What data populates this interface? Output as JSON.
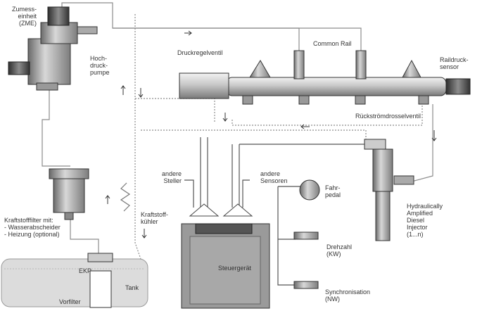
{
  "labels": {
    "zumesseinheit": "Zumess-\neinheit\n(ZME)",
    "hochdruckpumpe": "Hoch-\ndruck-\npumpe",
    "druckregelventil": "Druckregelventil",
    "common_rail": "Common Rail",
    "raildrucksensor": "Raildruck-\nsensor",
    "rueckstromdrosselventil": "Rückströmdrosselventil",
    "andere_steller": "andere\nSteller",
    "andere_sensoren": "andere\nSensoren",
    "fahrpedal": "Fahr-\npedal",
    "injector": "Hydraulically\nAmplified\nDiesel\nInjector\n(1...n)",
    "kraftstofffilter": "Kraftstofffilter mit:\n- Wasserabscheider\n- Heizung (optional)",
    "kraftstoffkuehler": "Kraftstoff-\nkühler",
    "steuergeraet": "Steuergerät",
    "drehzahl": "Drehzahl\n(KW)",
    "synchronisation": "Synchronisation\n(NW)",
    "ekp": "EKP",
    "tank": "Tank",
    "vorfilter": "Vorfilter"
  }
}
